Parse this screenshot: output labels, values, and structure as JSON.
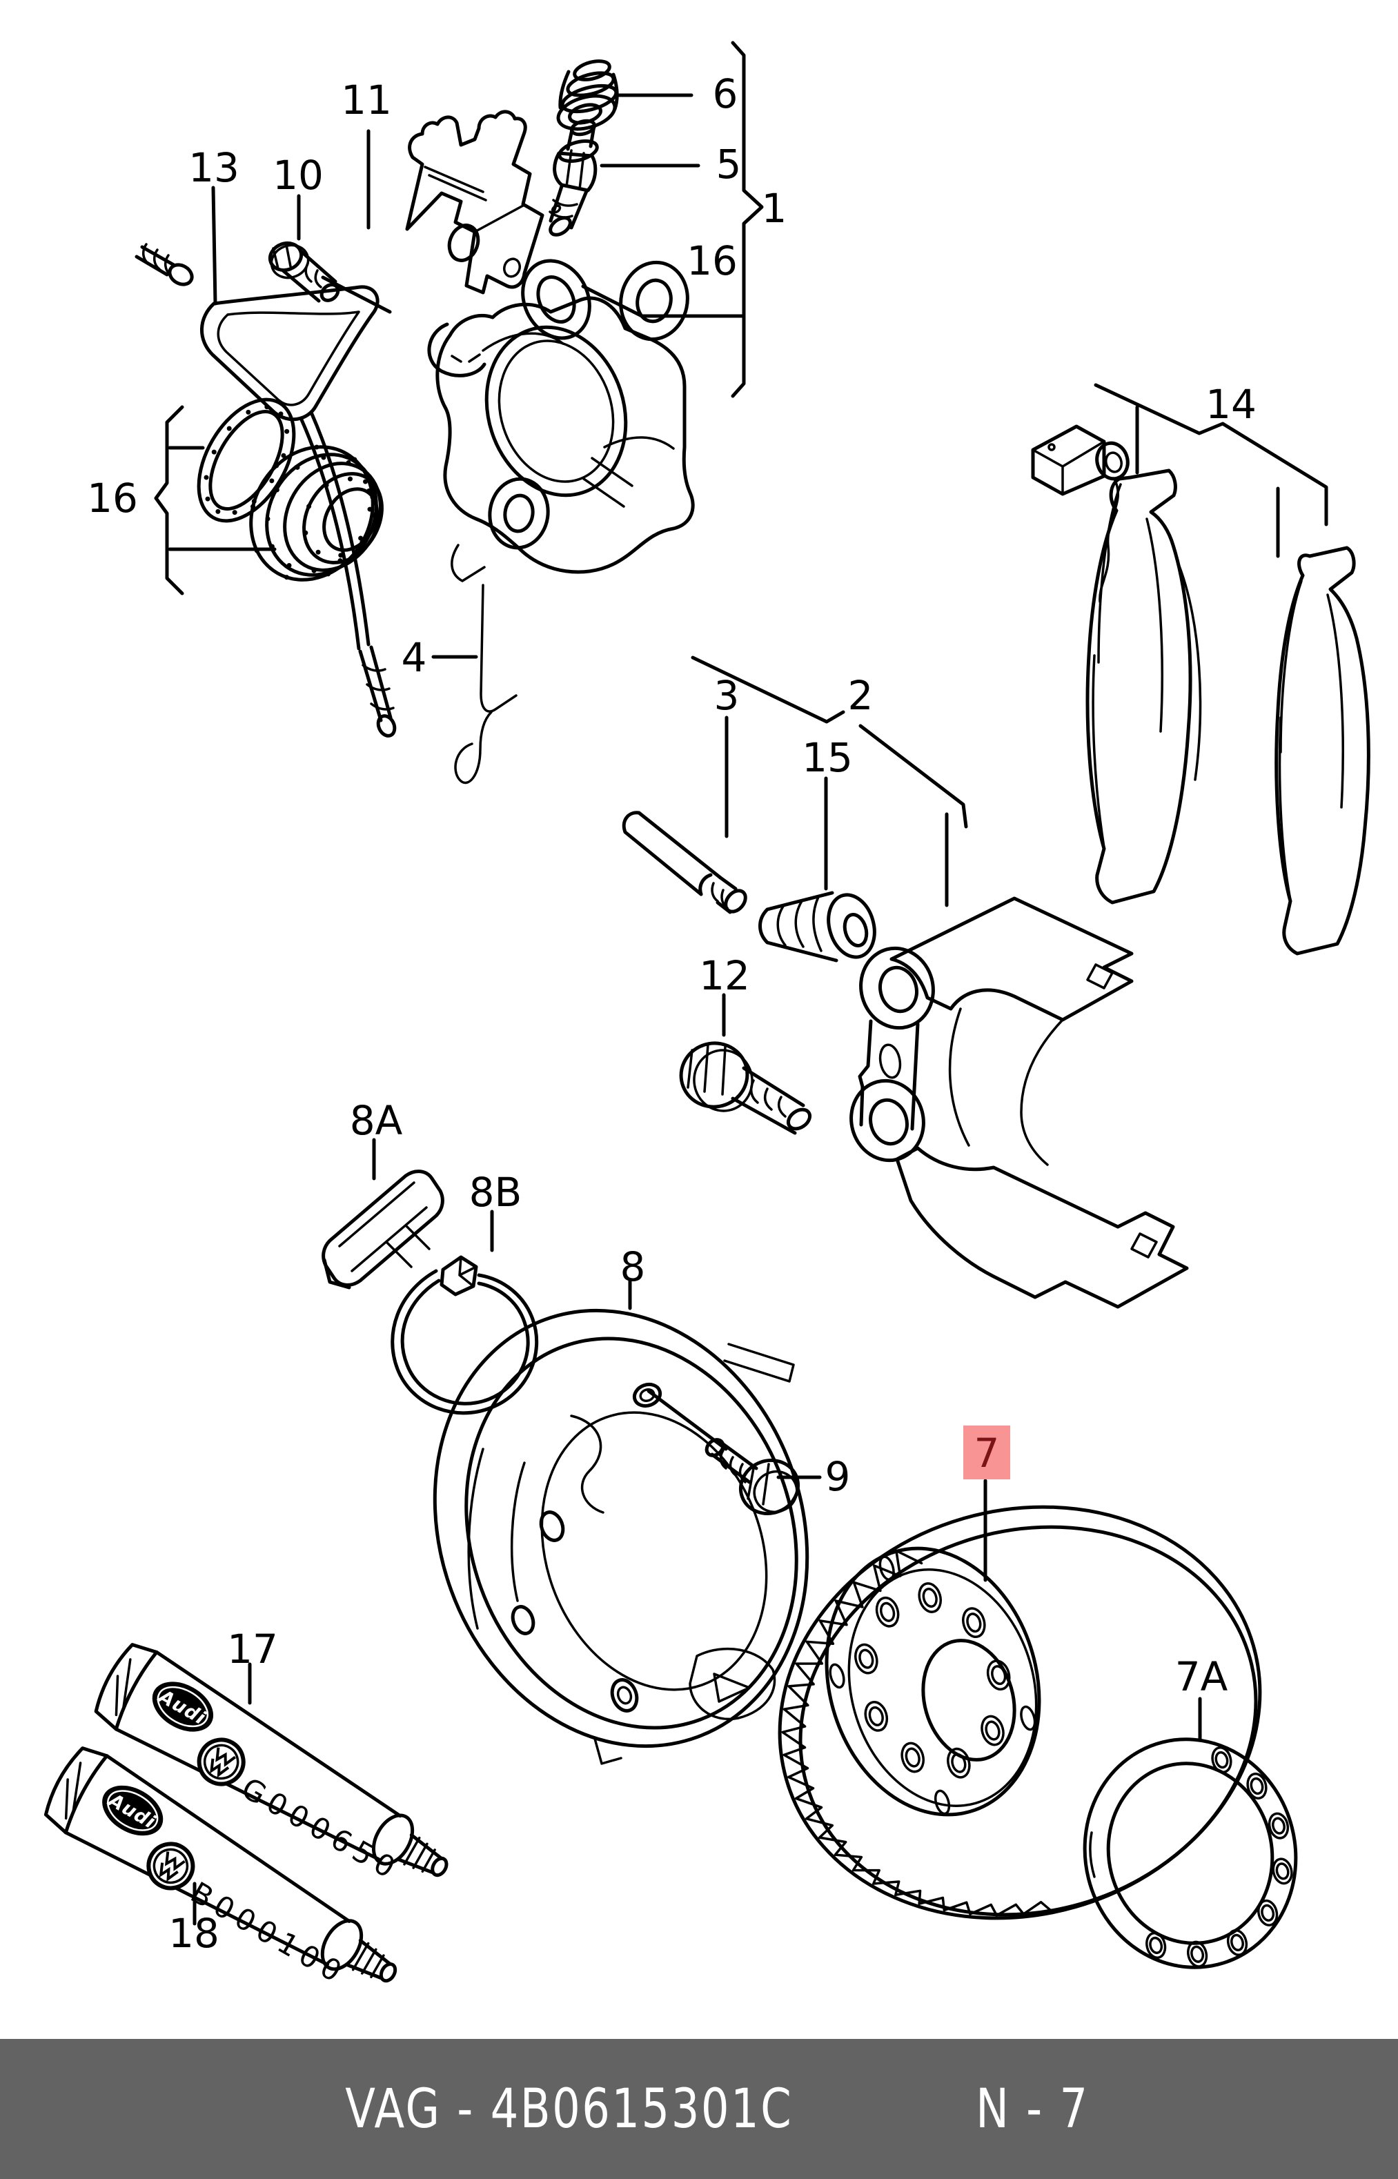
{
  "document": {
    "kind": "exploded-parts-diagram",
    "subject": "front brake assembly"
  },
  "footer": {
    "part_code": "VAG - 4B0615301C",
    "page_ref": "N - 7",
    "bg": "#636363",
    "fg": "#ffffff"
  },
  "highlight": {
    "bg": "#f89494",
    "fg": "#7c1417"
  },
  "line_color": "#000000",
  "labels": {
    "n1": "1",
    "n2": "2",
    "n3": "3",
    "n4": "4",
    "n5": "5",
    "n6": "6",
    "n7": "7",
    "n7a": "7A",
    "n8": "8",
    "n8a": "8A",
    "n8b": "8B",
    "n9": "9",
    "n10": "10",
    "n11": "11",
    "n12": "12",
    "n13": "13",
    "n14": "14",
    "n15": "15",
    "n16_left": "16",
    "n16_right": "16",
    "n17": "17",
    "n18": "18"
  },
  "tubes": [
    {
      "callout": "17",
      "code": "G000650",
      "badge": "Audi"
    },
    {
      "callout": "18",
      "code": "B000100",
      "badge": "Audi"
    }
  ]
}
